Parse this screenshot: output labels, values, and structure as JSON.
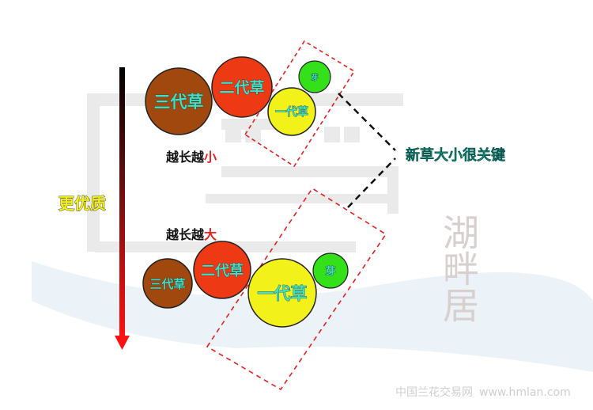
{
  "arrow_label": "更优质",
  "top_group": {
    "caption_prefix": "越长越",
    "caption_highlight": "小",
    "circles": [
      {
        "label": "三代草",
        "color": "#a0480e"
      },
      {
        "label": "二代草",
        "color": "#ee3a14"
      },
      {
        "label": "一代草",
        "color": "#f2f21a"
      },
      {
        "label": "芽",
        "color": "#33e01a"
      }
    ]
  },
  "bottom_group": {
    "caption_prefix": "越长越",
    "caption_highlight": "大",
    "circles": [
      {
        "label": "三代草",
        "color": "#a0480e"
      },
      {
        "label": "二代草",
        "color": "#ee3a14"
      },
      {
        "label": "一代草",
        "color": "#f2f21a"
      },
      {
        "label": "芽",
        "color": "#33e01a"
      }
    ]
  },
  "key_label": "新草大小很关键",
  "watermark": {
    "logo": "湖畔居",
    "site_name": "中国兰花交易网",
    "site_url": "www.hmlan.com"
  }
}
